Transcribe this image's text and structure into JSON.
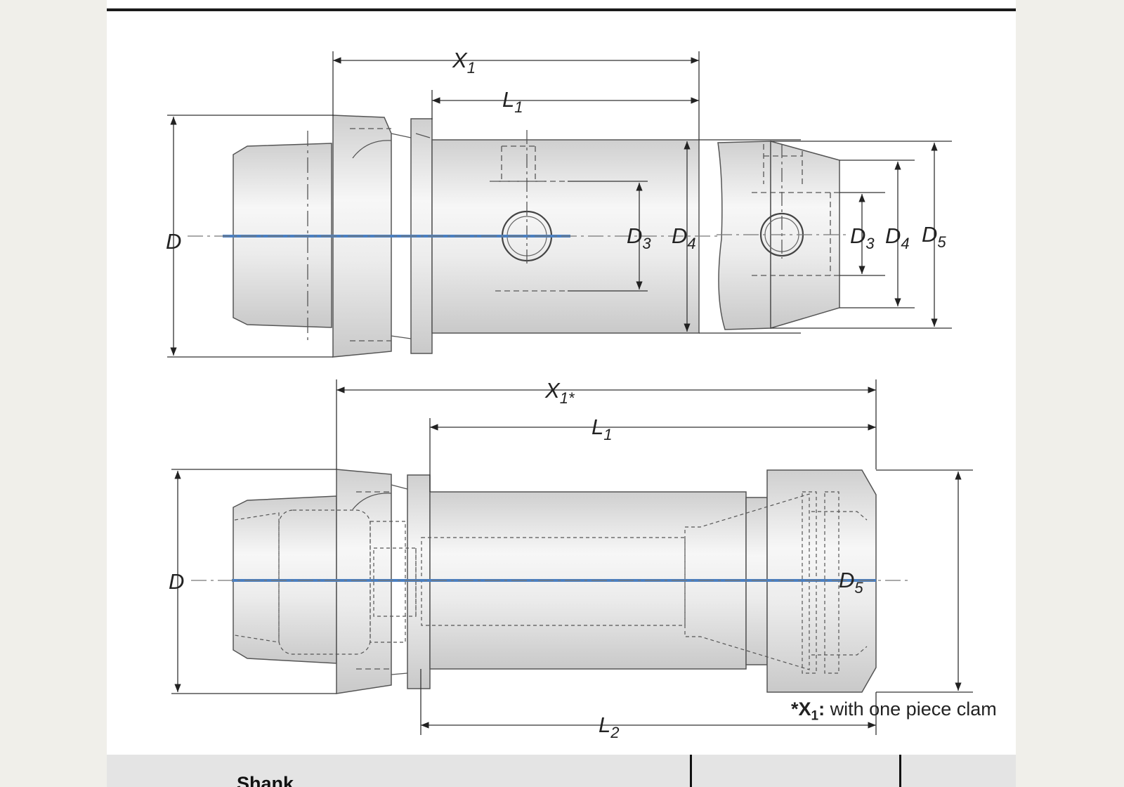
{
  "top_view": {
    "labels": {
      "x1": {
        "main": "X",
        "sub": "1"
      },
      "l1": {
        "main": "L",
        "sub": "1"
      },
      "d": {
        "main": "D",
        "sub": ""
      },
      "d3": {
        "main": "D",
        "sub": "3"
      },
      "d4": {
        "main": "D",
        "sub": "4"
      }
    },
    "side_labels": {
      "d3": {
        "main": "D",
        "sub": "3"
      },
      "d4": {
        "main": "D",
        "sub": "4"
      },
      "d5": {
        "main": "D",
        "sub": "5"
      }
    }
  },
  "bottom_view": {
    "labels": {
      "x1": {
        "main": "X",
        "sub": "1*"
      },
      "l1": {
        "main": "L",
        "sub": "1"
      },
      "l2": {
        "main": "L",
        "sub": "2"
      },
      "d": {
        "main": "D",
        "sub": ""
      },
      "d5": {
        "main": "D",
        "sub": "5"
      }
    }
  },
  "footnote": {
    "prefix": "*X",
    "sub": "1",
    "colon": ":",
    "text": " with one piece clam"
  },
  "table": {
    "shank_header": "Shank"
  },
  "colors": {
    "axis": "#4a7fc1",
    "line": "#333333",
    "body_light": "#f4f4f4",
    "body_dark": "#d2d2d2"
  }
}
